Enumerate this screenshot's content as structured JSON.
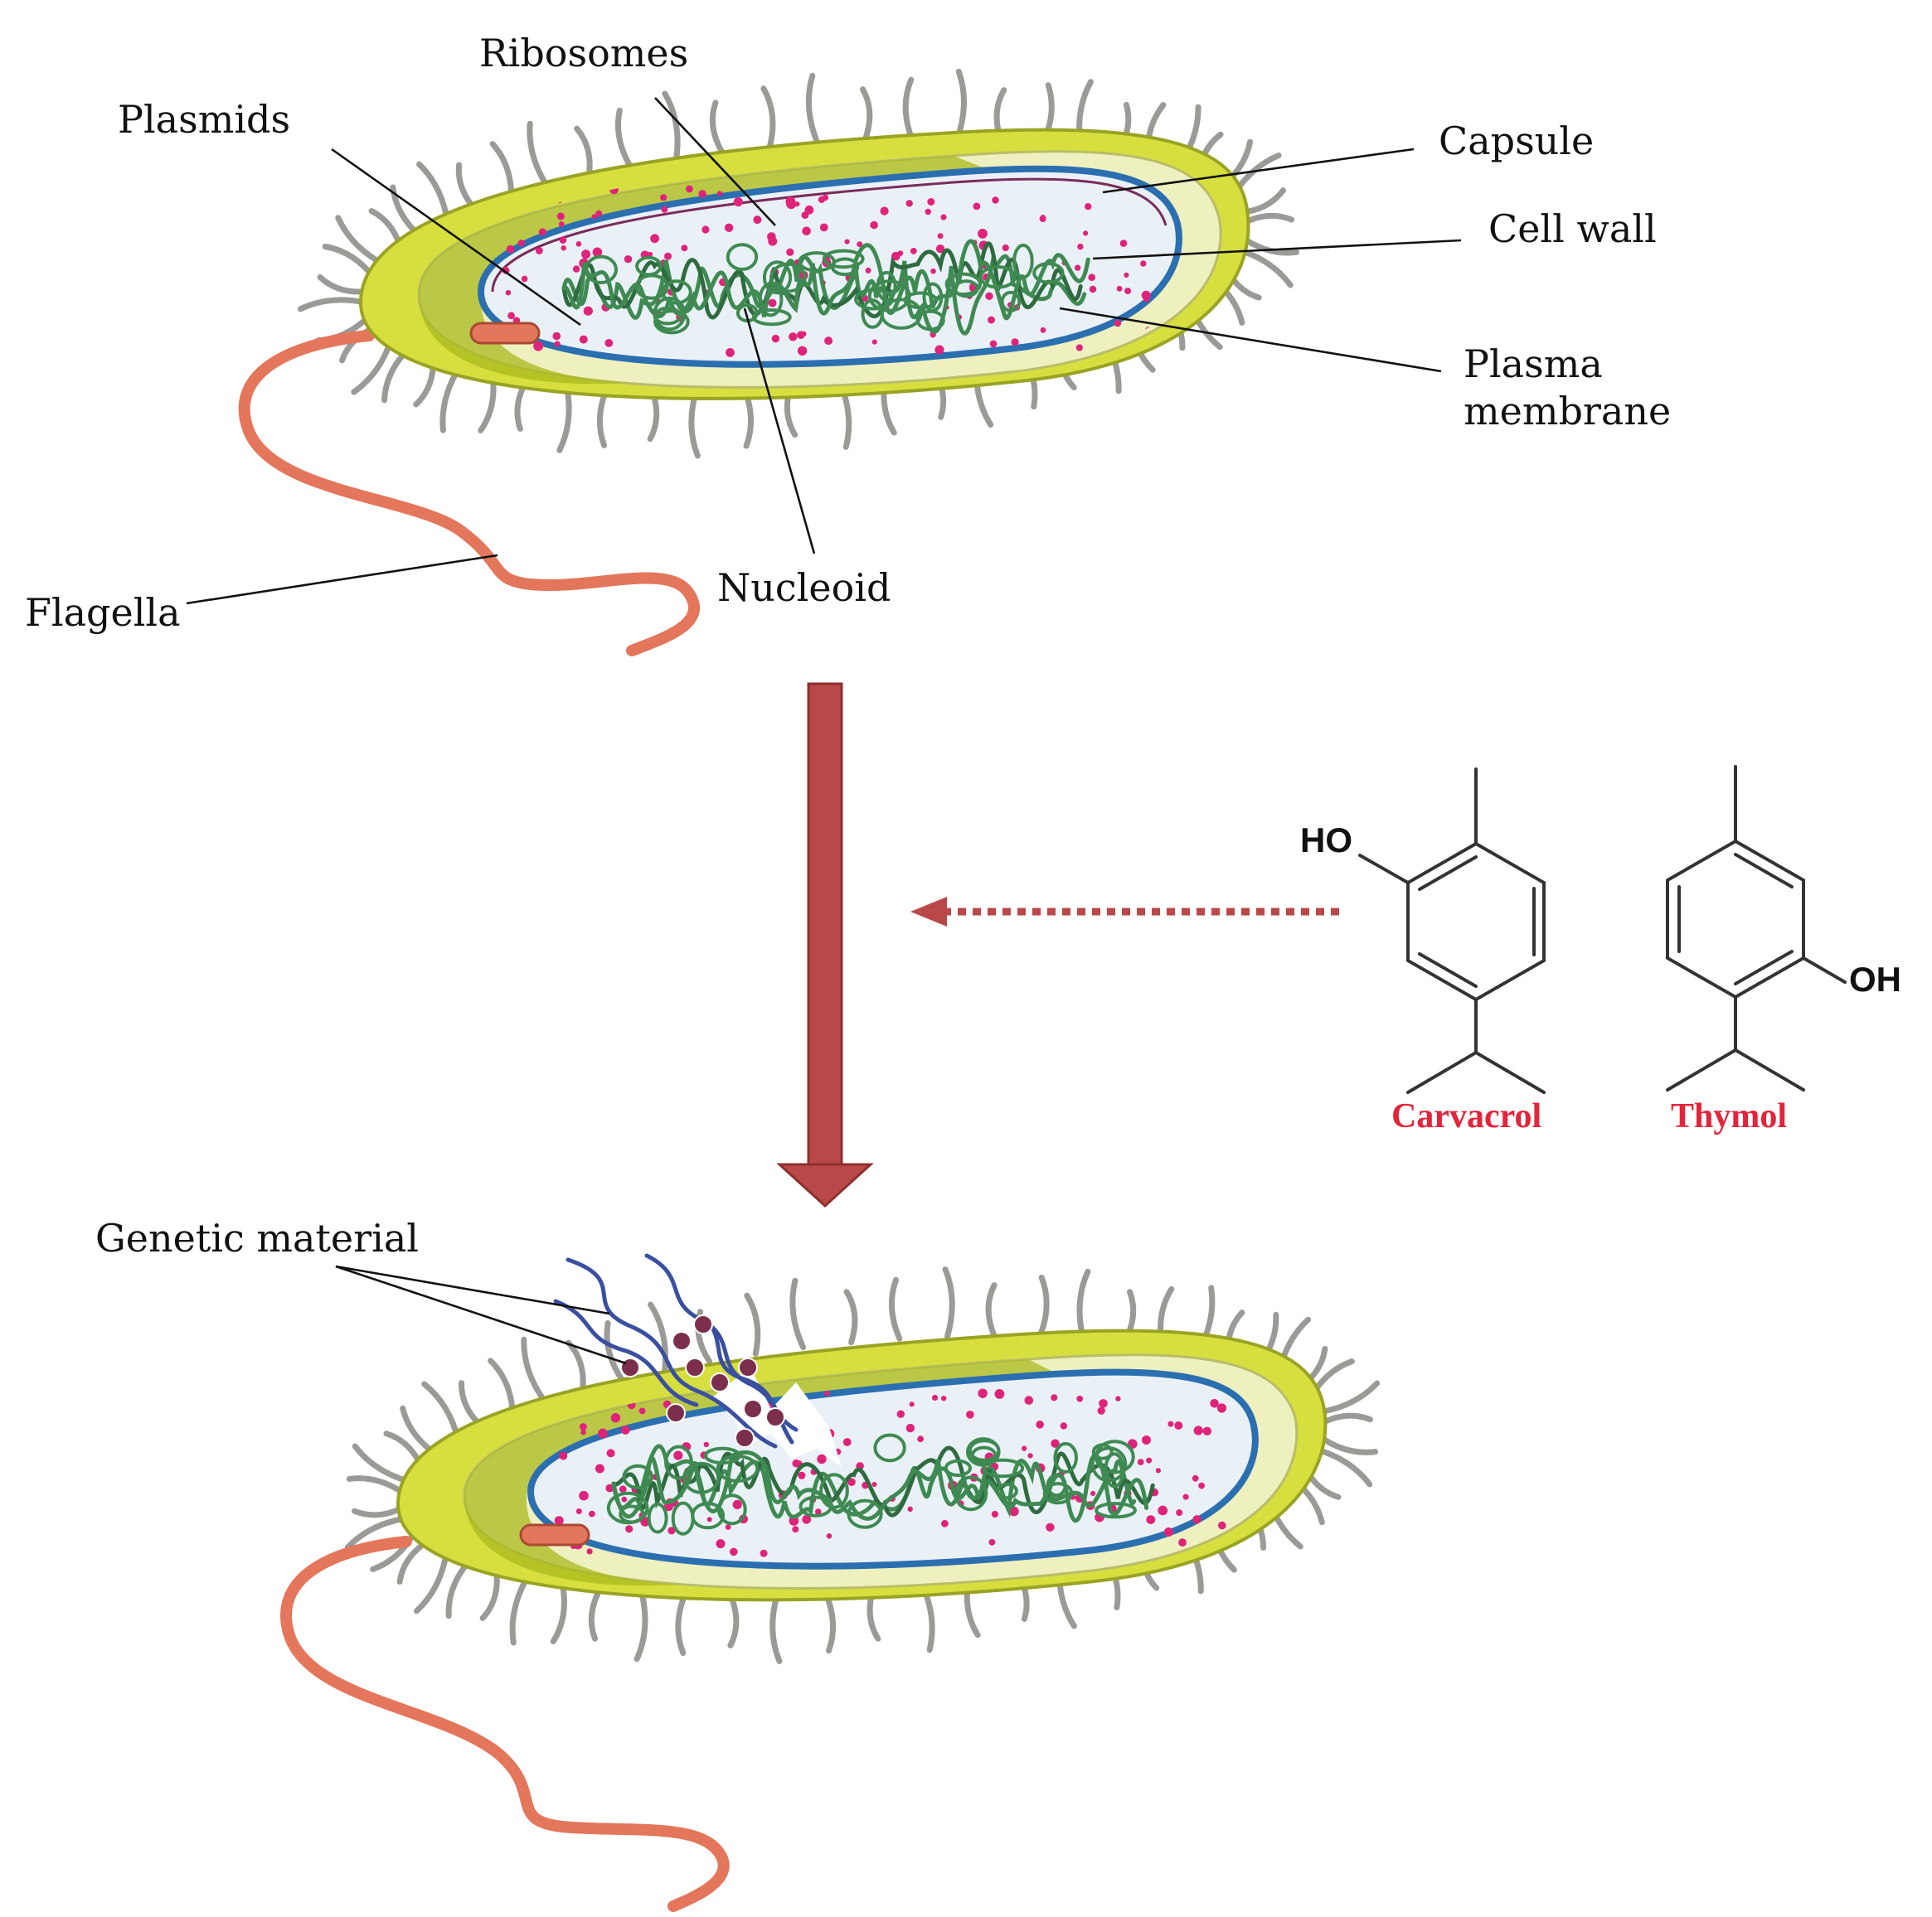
{
  "labels": {
    "ribosomes": "Ribosomes",
    "plasmids": "Plasmids",
    "capsule": "Capsule",
    "cell_wall": "Cell wall",
    "plasma_membrane_line1": "Plasma",
    "plasma_membrane_line2": "membrane",
    "flagella": "Flagella",
    "nucleoid": "Nucleoid",
    "genetic_material": "Genetic material"
  },
  "compounds": {
    "carvacrol": {
      "name": "Carvacrol",
      "substituent": "HO"
    },
    "thymol": {
      "name": "Thymol",
      "substituent": "OH"
    }
  },
  "colors": {
    "capsule": "#d6df3e",
    "cell_wall": "#eef0bf",
    "membrane": "#2b6fb0",
    "cytoplasm": "#e9f1f7",
    "dna": "#3f8a52",
    "ribosomes": "#e0237a",
    "flagellum": "#e4765b",
    "main_arrow": "#b94848",
    "dotted_arrow": "#b94848",
    "released_dna": "#3b4fa0",
    "compound_name": "#e3243b"
  }
}
